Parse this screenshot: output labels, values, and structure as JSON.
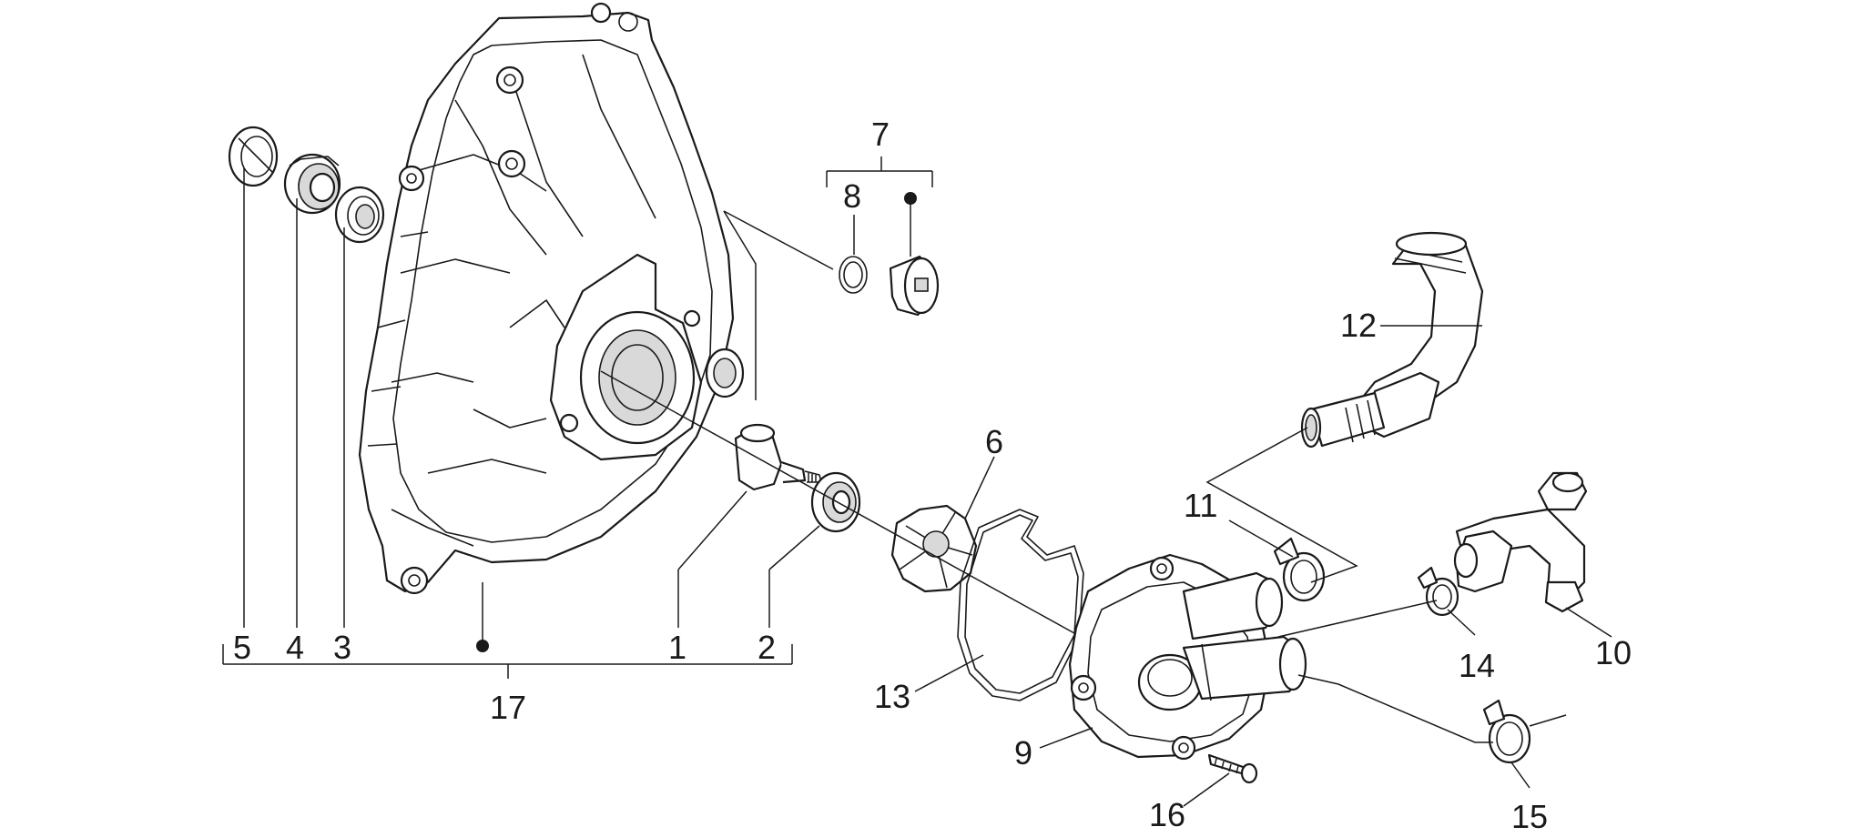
{
  "diagram": {
    "callouts": [
      {
        "id": "5",
        "text": "5"
      },
      {
        "id": "4",
        "text": "4"
      },
      {
        "id": "3",
        "text": "3"
      },
      {
        "id": "1",
        "text": "1"
      },
      {
        "id": "2",
        "text": "2"
      },
      {
        "id": "17",
        "text": "17"
      },
      {
        "id": "7",
        "text": "7"
      },
      {
        "id": "8",
        "text": "8"
      },
      {
        "id": "6",
        "text": "6"
      },
      {
        "id": "12",
        "text": "12"
      },
      {
        "id": "11",
        "text": "11"
      },
      {
        "id": "13",
        "text": "13"
      },
      {
        "id": "9",
        "text": "9"
      },
      {
        "id": "14",
        "text": "14"
      },
      {
        "id": "10",
        "text": "10"
      },
      {
        "id": "16",
        "text": "16"
      },
      {
        "id": "15",
        "text": "15"
      }
    ]
  }
}
